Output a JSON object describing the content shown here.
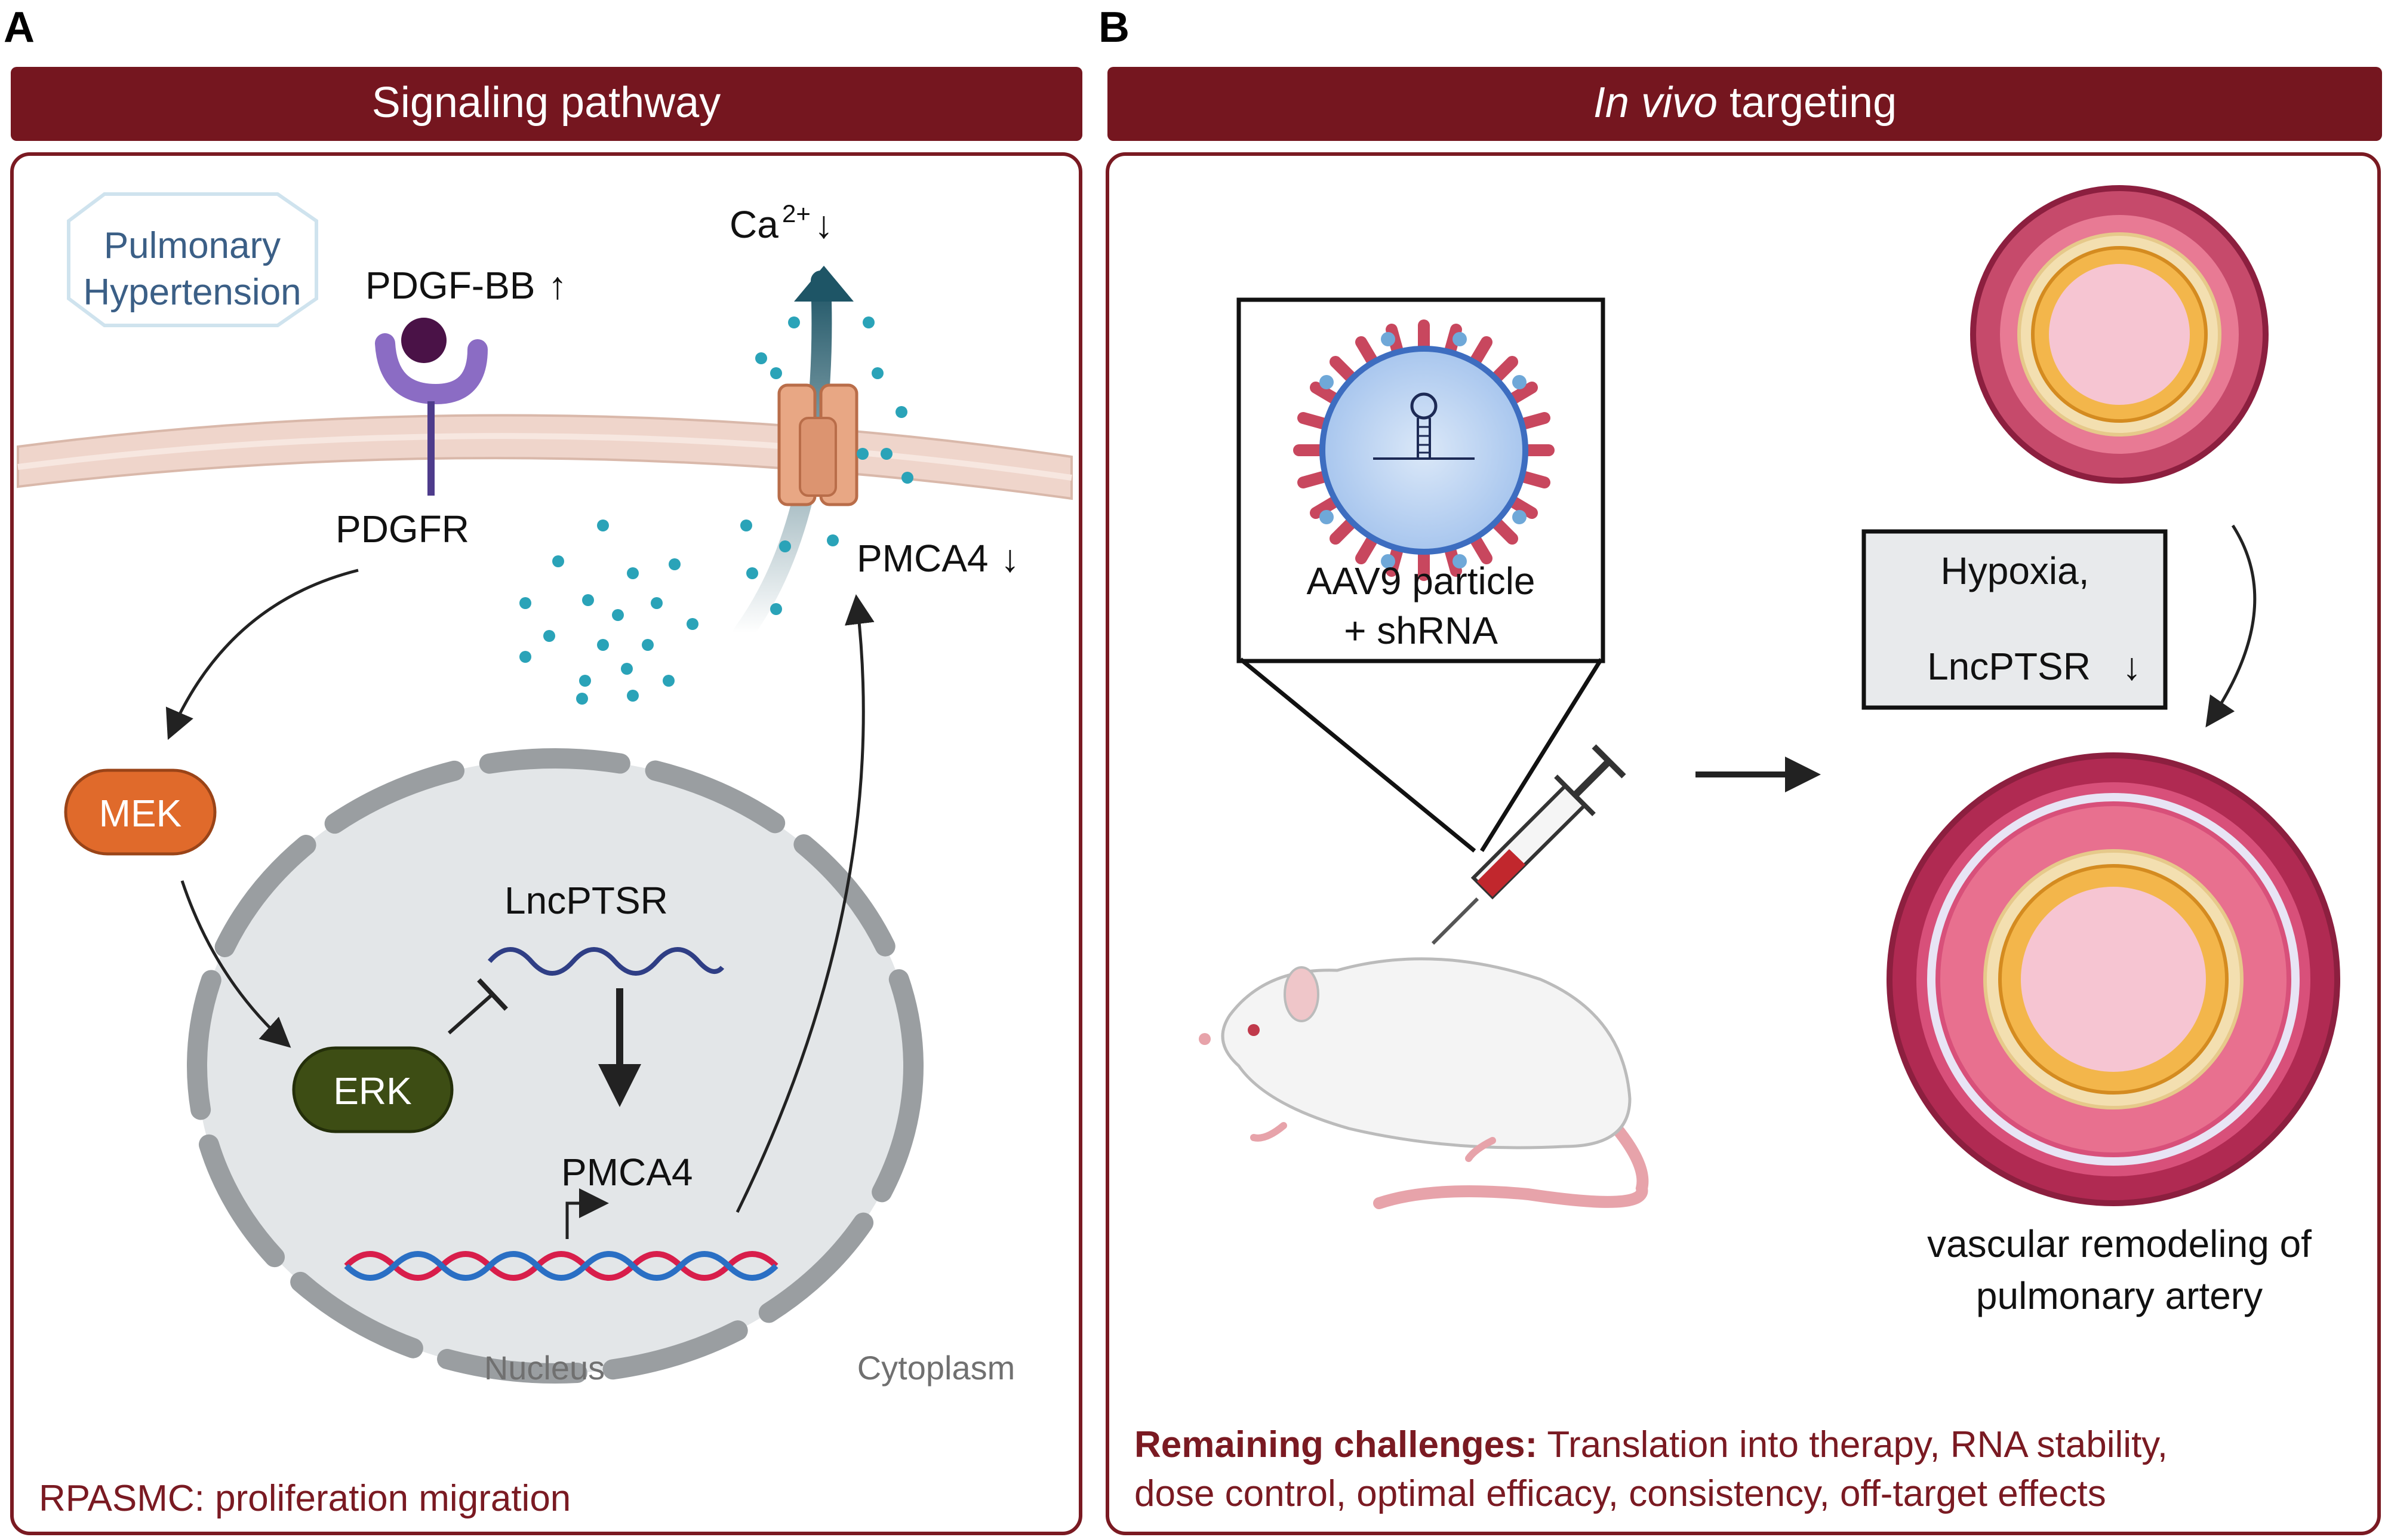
{
  "panel_a": {
    "letter": "A",
    "banner": "Signaling pathway",
    "disease_badge": {
      "line1": "Pulmonary",
      "line2": "Hypertension"
    },
    "ligand": "PDGF-BB",
    "ligand_trend": "↑",
    "receptor": "PDGFR",
    "ion": "Ca",
    "ion_charge": "2+",
    "ion_trend": "↓",
    "pump": "PMCA4",
    "pump_trend": "↓",
    "kinase_1": "MEK",
    "kinase_2": "ERK",
    "lncrna": "LncPTSR",
    "gene": "PMCA4",
    "nucleus": "Nucleus",
    "cytoplasm": "Cytoplasm",
    "footer": "RPASMC: proliferation migration"
  },
  "panel_b": {
    "letter": "B",
    "banner_italic": "In vivo",
    "banner_rest": " targeting",
    "vector_line1": "AAV9 particle",
    "vector_line2": "+ shRNA",
    "condition_line1": "Hypoxia,",
    "condition_line2": "LncPTSR",
    "condition_trend": "↓",
    "outcome_line1": "vascular remodeling of",
    "outcome_line2": "pulmonary artery",
    "challenges_label": "Remaining challenges:",
    "challenges_line1": " Translation into therapy, RNA stability,",
    "challenges_line2": "dose control, optimal efficacy, consistency, off-target effects"
  },
  "colors": {
    "banner": "#75161f",
    "panel_border": "#7a1a22",
    "mek": "#e06a2b",
    "erk": "#3d4d14",
    "membrane": "#efd5cb",
    "nucleus": "#e3e6e8",
    "calcium": "#2aa3b8",
    "artery_outer": "#b02a52"
  }
}
